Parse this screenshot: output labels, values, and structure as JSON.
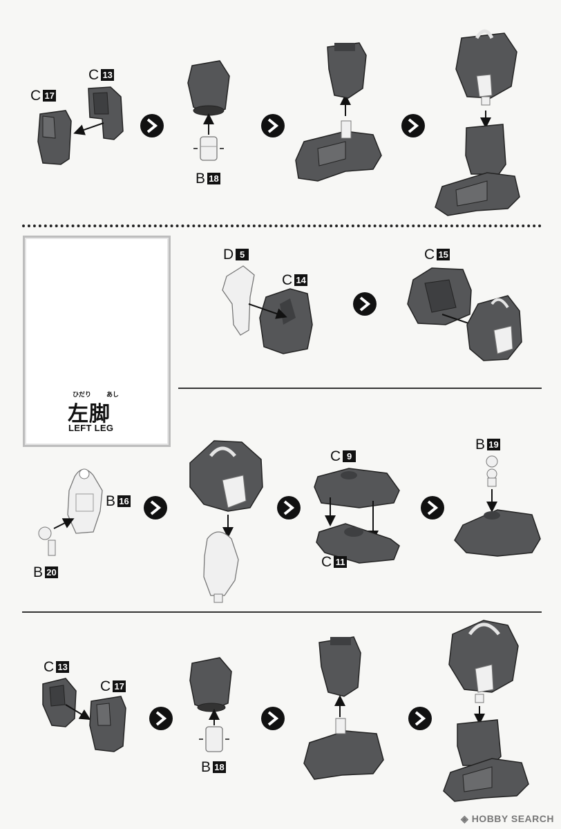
{
  "labels": {
    "c13a": {
      "letter": "C",
      "num": "13"
    },
    "c17a": {
      "letter": "C",
      "num": "17"
    },
    "b18a": {
      "letter": "B",
      "num": "18"
    },
    "d5": {
      "letter": "D",
      "num": "5"
    },
    "c14": {
      "letter": "C",
      "num": "14"
    },
    "c15": {
      "letter": "C",
      "num": "15"
    },
    "b16": {
      "letter": "B",
      "num": "16"
    },
    "b20": {
      "letter": "B",
      "num": "20"
    },
    "c9": {
      "letter": "C",
      "num": "9"
    },
    "c11": {
      "letter": "C",
      "num": "11"
    },
    "b19": {
      "letter": "B",
      "num": "19"
    },
    "c13b": {
      "letter": "C",
      "num": "13"
    },
    "c17b": {
      "letter": "C",
      "num": "17"
    },
    "b18b": {
      "letter": "B",
      "num": "18"
    }
  },
  "reference": {
    "ruby_left": "ひだり",
    "ruby_right": "あし",
    "kanji": "左脚",
    "english": "LEFT LEG"
  },
  "watermark": "HOBBY SEARCH",
  "colors": {
    "part_dark": "#555658",
    "part_light": "#f0f0f0",
    "ink": "#111111"
  }
}
